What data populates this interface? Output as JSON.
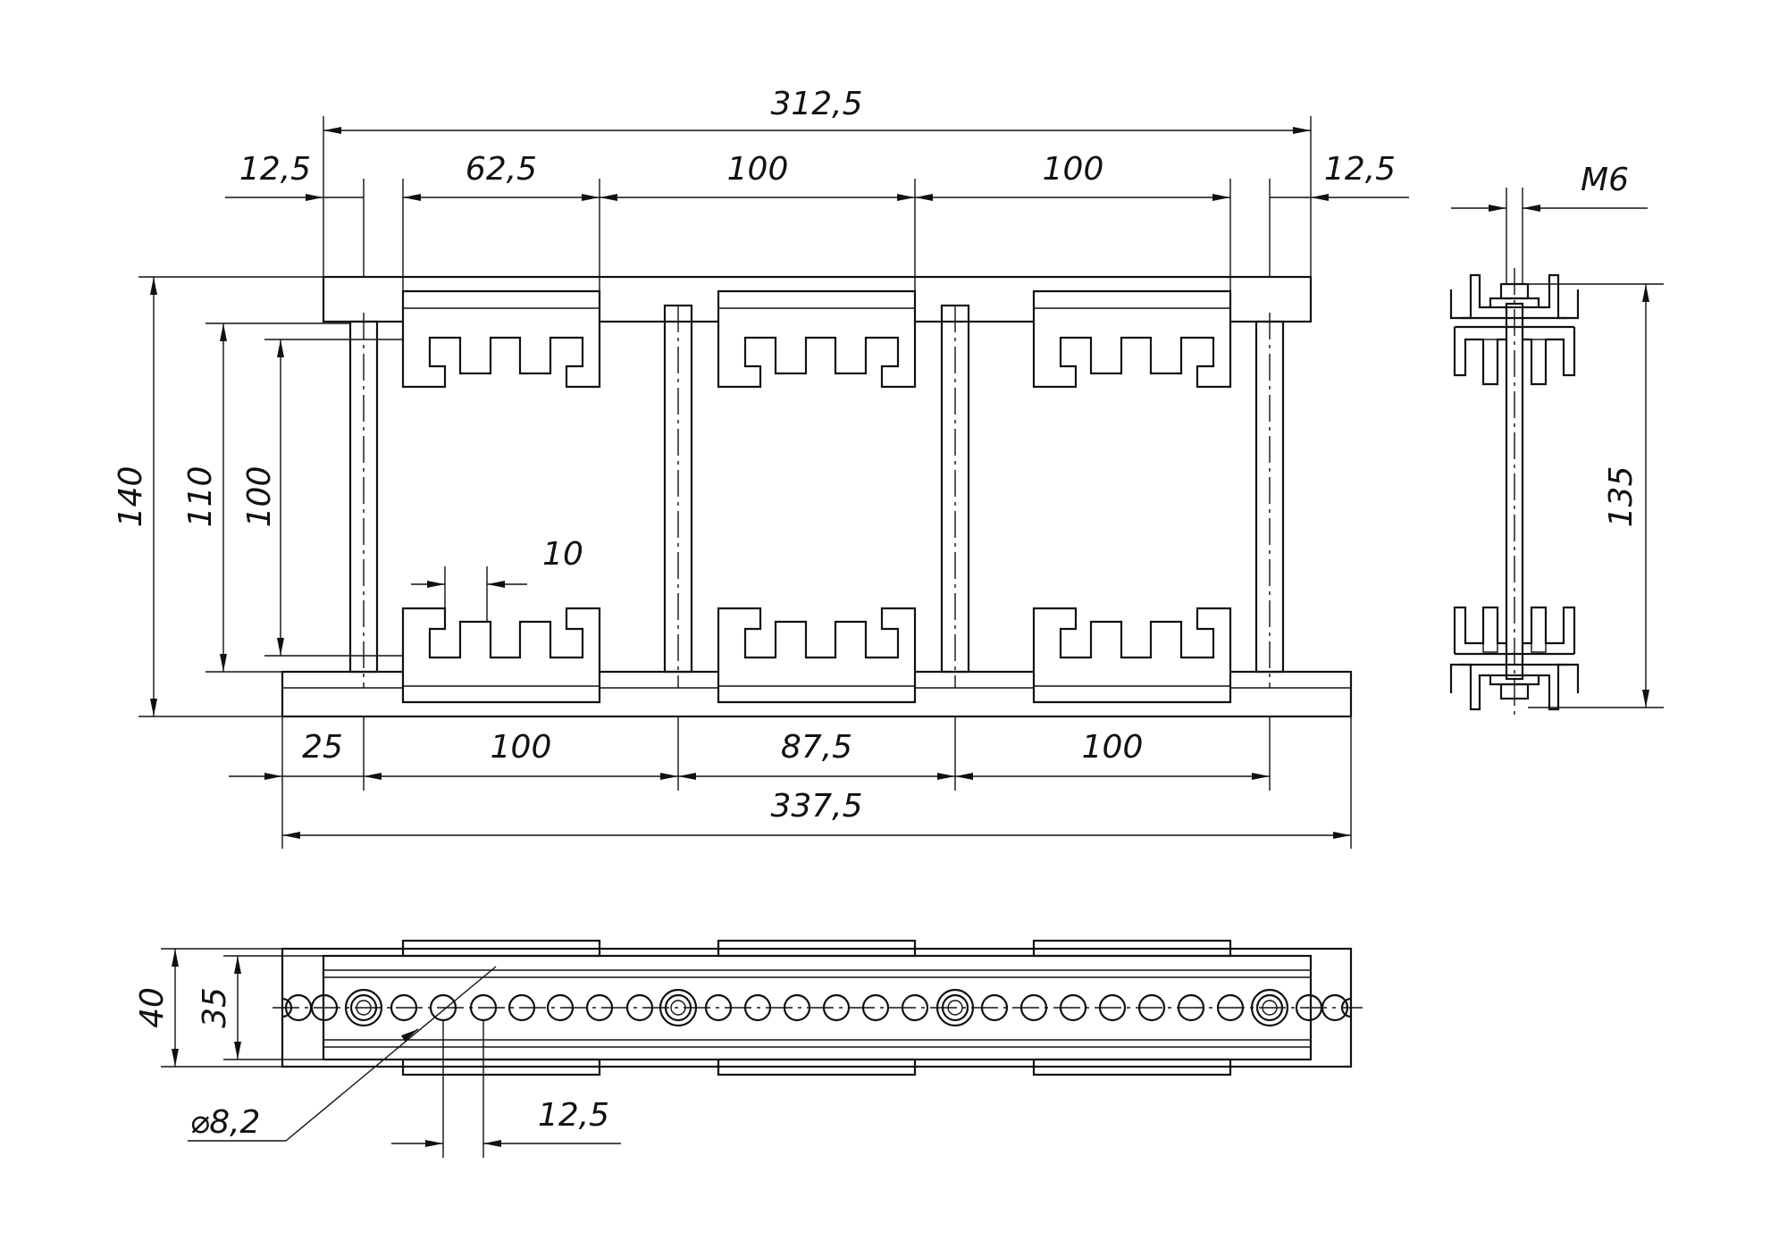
{
  "drawing": {
    "dims_top": {
      "total": "312,5",
      "left_margin": "12,5",
      "first": "62,5",
      "second": "100",
      "third": "100",
      "right_margin": "12,5"
    },
    "dims_bottom": {
      "first": "25",
      "second": "100",
      "third": "87,5",
      "fourth": "100",
      "total": "337,5"
    },
    "dims_left": {
      "outer": "140",
      "mid": "110",
      "inner": "100"
    },
    "dim_tooth": "10",
    "side_view": {
      "thread": "M6",
      "height": "135"
    },
    "plan_view": {
      "outer": "40",
      "inner": "35",
      "hole": "⌀8,2",
      "pitch": "12,5"
    }
  }
}
